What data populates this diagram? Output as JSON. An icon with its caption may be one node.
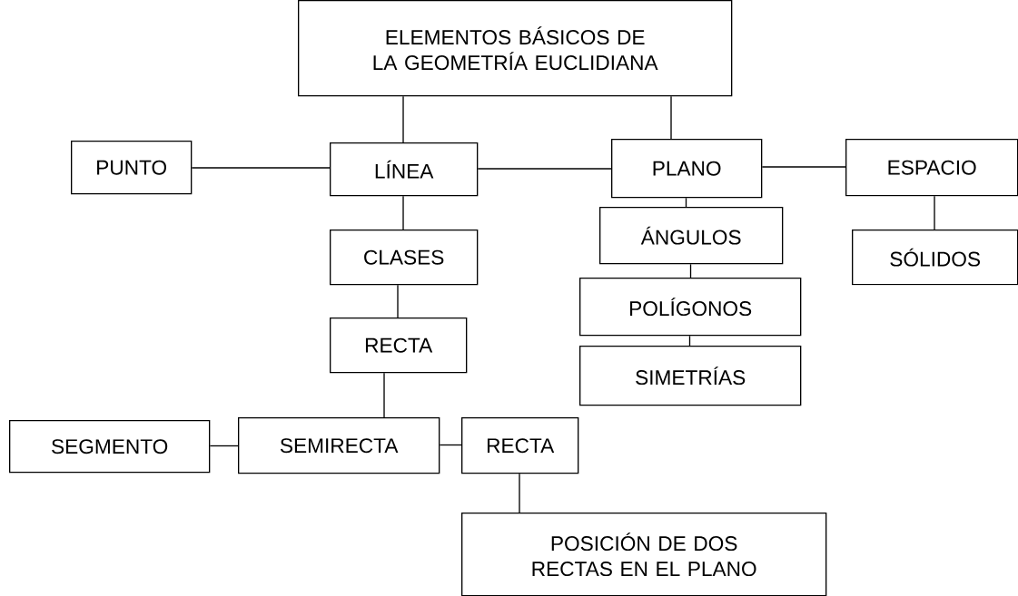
{
  "diagram": {
    "nodes": [
      {
        "text": [
          "ELEMENTOS BÁSICOS DE LA GEOMETRÍA EUCLIDIANA"
        ]
      },
      {
        "text": [
          "PUNTO"
        ]
      },
      {
        "text": [
          "LÍNEA"
        ]
      },
      {
        "text": [
          "PLANO"
        ]
      },
      {
        "text": [
          "ESPACIO"
        ]
      },
      {
        "text": [
          "CLASES"
        ]
      },
      {
        "text": [
          "ÁNGULOS"
        ]
      },
      {
        "text": [
          "SÓLIDOS"
        ]
      },
      {
        "text": [
          "POLÍGONOS"
        ]
      },
      {
        "text": [
          "RECTA"
        ]
      },
      {
        "text": [
          "SIMETRÍAS"
        ]
      },
      {
        "text": [
          "SEGMENTO"
        ]
      },
      {
        "text": [
          "SEMIRECTA"
        ]
      },
      {
        "text": [
          "RECTA"
        ]
      },
      {
        "text": [
          "POSICIÓN DE DOS RECTAS EN EL PLANO"
        ]
      }
    ],
    "edges": [
      {
        "from": 0,
        "to": 2,
        "arrow": "none"
      },
      {
        "from": 0,
        "to": 3,
        "arrow": "none"
      },
      {
        "from": 1,
        "to": 2,
        "arrow": "none"
      },
      {
        "from": 2,
        "to": 3,
        "arrow": "none"
      },
      {
        "from": 3,
        "to": 4,
        "arrow": "none"
      },
      {
        "from": 2,
        "to": 5,
        "arrow": "none"
      },
      {
        "from": 3,
        "to": 6,
        "arrow": "none"
      },
      {
        "from": 4,
        "to": 7,
        "arrow": "none"
      },
      {
        "from": 6,
        "to": 8,
        "arrow": "none"
      },
      {
        "from": 5,
        "to": 9,
        "arrow": "none"
      },
      {
        "from": 8,
        "to": 10,
        "arrow": "none"
      },
      {
        "from": 9,
        "to": 12,
        "arrow": "none"
      },
      {
        "from": 11,
        "to": 12,
        "arrow": "none"
      },
      {
        "from": 12,
        "to": 13,
        "arrow": "none"
      },
      {
        "from": 13,
        "to": 14,
        "arrow": "none"
      }
    ]
  }
}
